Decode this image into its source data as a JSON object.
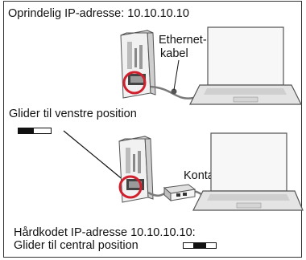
{
  "top": {
    "original_ip": "Oprindelig IP-adresse: 10.10.10.10",
    "ethernet_line1": "Ethernet-",
    "ethernet_line2": "kabel",
    "slider_left_caption": "Glider til venstre position"
  },
  "bottom": {
    "contact": "Kontakt",
    "hardcoded_ip": "Hårdkodet IP-adresse 10.10.10.10:",
    "slider_center_caption": "Glider til central position"
  },
  "colors": {
    "highlight": "#d0202e",
    "cable": "#7a7a7a",
    "device_body": "#e8e8e8"
  },
  "icons": [
    "ip-device",
    "laptop",
    "network-switch",
    "slider-switch"
  ]
}
